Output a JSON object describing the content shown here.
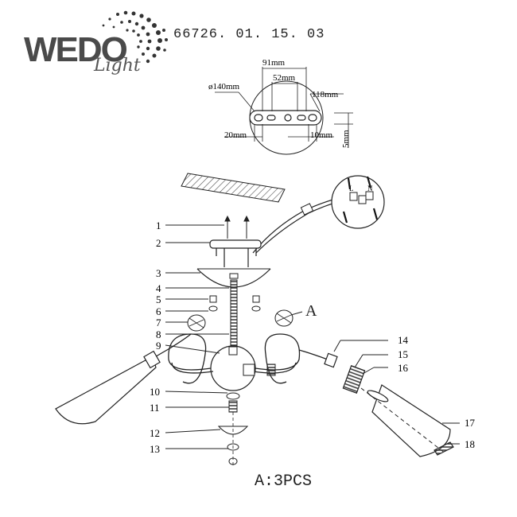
{
  "logo": {
    "word": "WEDO",
    "sub": "Light"
  },
  "model_number": "66726. 01. 15. 03",
  "dimensions": {
    "diameter": "ø140mm",
    "d91": "91mm",
    "d52": "52mm",
    "d118": "118mm",
    "d20": "20mm",
    "d10": "10mm",
    "d5": "5mm"
  },
  "terminal_labels": [
    "L",
    "N"
  ],
  "part_numbers": [
    "1",
    "2",
    "3",
    "4",
    "5",
    "6",
    "7",
    "8",
    "9",
    "10",
    "11",
    "12",
    "13",
    "14",
    "15",
    "16",
    "17",
    "18"
  ],
  "detail_label": "A",
  "caption": "A:3PCS"
}
